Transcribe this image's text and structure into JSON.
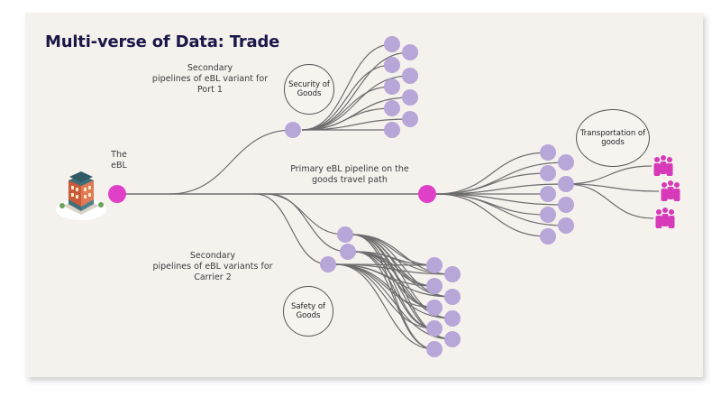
{
  "title": "Multi-verse of Data: Trade",
  "labels": {
    "the_ebl": "The\neBL",
    "secondary_port": "Secondary\npipelines of eBL variant for\nPort 1",
    "primary": "Primary eBL pipeline on the\ngoods travel path",
    "secondary_carrier": "Secondary\npipelines of eBL variants for\nCarrier 2"
  },
  "bubbles": {
    "security": "Security of\nGoods",
    "transport": "Transportation of\ngoods",
    "safety": "Safety of\nGoods"
  },
  "icons": {
    "building": "building-icon",
    "people": "people-group-icon"
  },
  "colors": {
    "node_hub": "#e040c8",
    "node": "#b7a6d8",
    "line": "#6d6d6d",
    "title": "#1b1748",
    "people": "#d63ab8"
  }
}
